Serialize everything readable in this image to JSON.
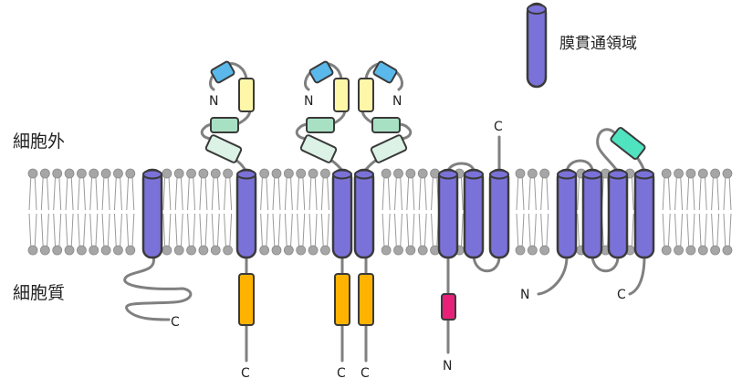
{
  "labels": {
    "extracellular": "細胞外",
    "cytoplasm": "細胞質",
    "legend": "膜貫通領域"
  },
  "termini": {
    "n": "N",
    "c": "C"
  },
  "colors": {
    "helix": "#7b72d9",
    "helix_stroke": "#3a3a3a",
    "lipid_head": "#a6a6a6",
    "loop": "#808080",
    "cyto_domain": "#ffb300",
    "pink_domain": "#e8207a",
    "blue_domain": "#5bb8ea",
    "yellow_domain": "#fff7a8",
    "mint_domain": "#a8e0c4",
    "pale_domain": "#dcf2e6",
    "teal_domain": "#4fe3c0"
  }
}
